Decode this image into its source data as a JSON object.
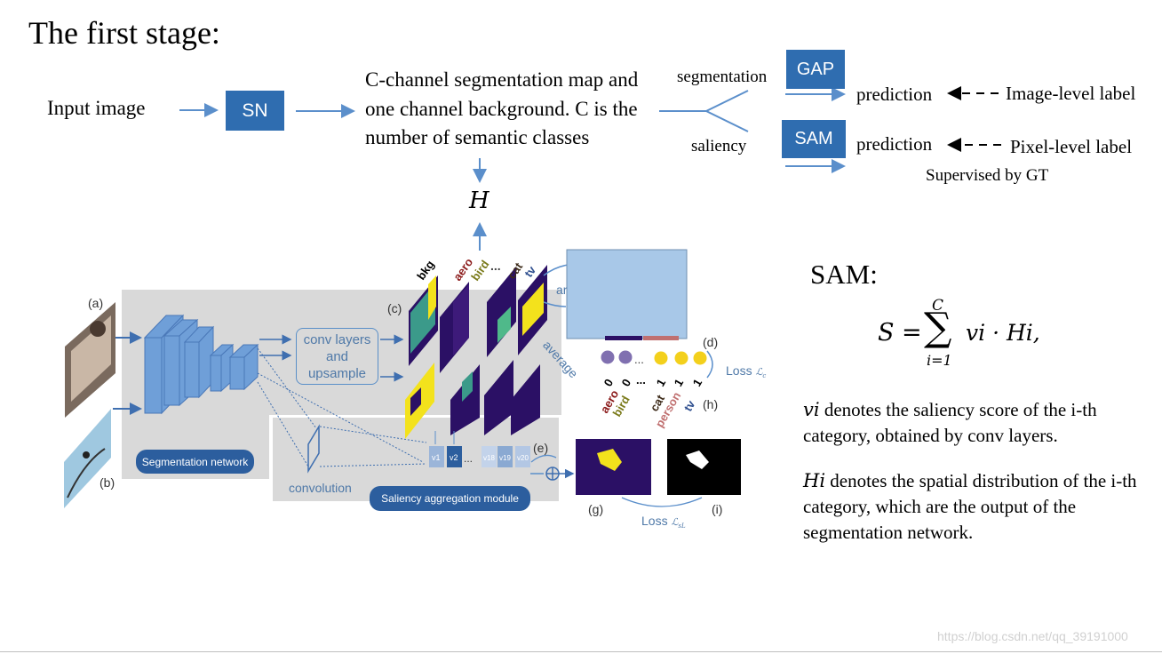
{
  "slide": {
    "title": "The first stage:",
    "watermark": "https://blog.csdn.net/qq_39191000"
  },
  "pipeline": {
    "input_label": "Input image",
    "sn_label": "SN",
    "segmentation_map_text": "C-channel segmentation map and one channel background. C is the number of semantic classes",
    "h_label": "H",
    "branch_top_label": "segmentation",
    "branch_bottom_label": "saliency",
    "gap_label": "GAP",
    "sam_label": "SAM",
    "prediction_top": "prediction",
    "prediction_bottom": "prediction",
    "image_level_label": "Image-level label",
    "pixel_level_label": "Pixel-level label",
    "supervised_text": "Supervised by GT"
  },
  "figure": {
    "label_a": "(a)",
    "label_b": "(b)",
    "label_c": "(c)",
    "label_d": "(d)",
    "label_e": "(e)",
    "label_g": "(g)",
    "label_h": "(h)",
    "label_i": "(i)",
    "conv_layers_text": "conv layers and upsample",
    "segmentation_network_pill": "Segmentation network",
    "saliency_module_pill": "Saliency aggregation module",
    "convolution_text": "convolution",
    "average_text": "average",
    "ar_text": "ar",
    "loss_c_text": "Loss",
    "loss_s_text": "Loss",
    "dots": "...",
    "class_top": [
      "bkg",
      "aero",
      "bird",
      "cat",
      "tv"
    ],
    "class_bottom": [
      "aero",
      "bird",
      "cat",
      "person",
      "tv"
    ],
    "score_values": [
      "0",
      "0",
      "1",
      "1",
      "1"
    ],
    "v_labels": [
      "v1",
      "v2",
      "v18",
      "v19",
      "v20"
    ],
    "colors": {
      "bkg": "#000000",
      "aero": "#8b1a1a",
      "bird": "#7a7a1a",
      "cat": "#3d2b1a",
      "person": "#c07070",
      "tv": "#2f4f8f",
      "nn": "#6f9fd8",
      "placeholder": "#a8c8e8"
    }
  },
  "sam_panel": {
    "heading": "SAM:",
    "formula_S": "S",
    "formula_eq": "=",
    "formula_sum": "∑",
    "formula_top": "C",
    "formula_bottom": "i=1",
    "formula_body": "vi · Hi,",
    "v_desc_sym": "vi",
    "v_desc_text": "denotes the saliency score of the i-th category, obtained by conv layers.",
    "h_desc_sym": "Hi",
    "h_desc_text": "denotes the spatial distribution of the i-th category, which are the output of the segmentation network."
  }
}
